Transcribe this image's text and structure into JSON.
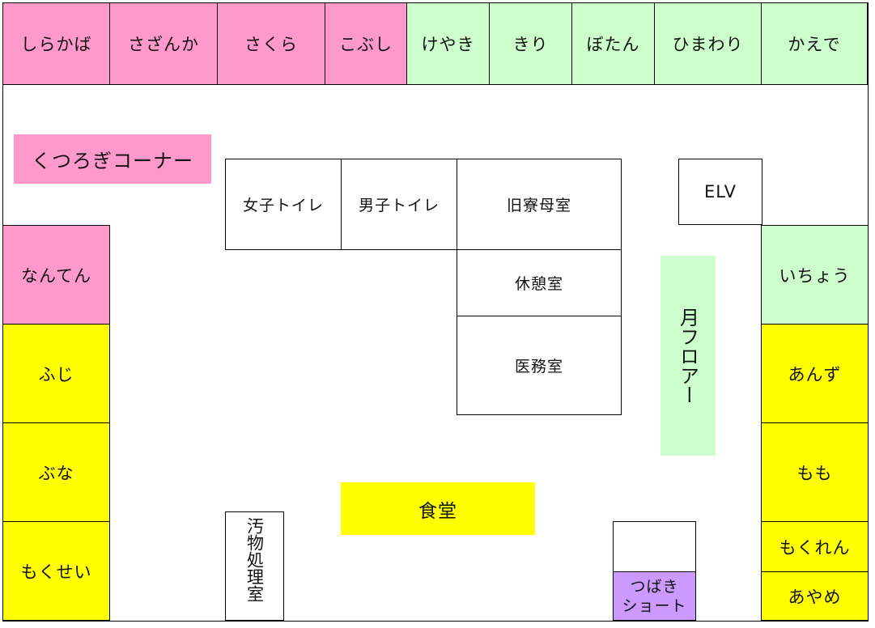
{
  "top_rooms": [
    "しらかば",
    "さざんか",
    "さくら",
    "こぶし",
    "けやき",
    "きり",
    "ぼたん",
    "ひまわり",
    "かえで"
  ],
  "left_rooms": {
    "lounge": "くつろぎコーナー",
    "nanten": "なんてん",
    "fuji": "ふじ",
    "buna": "ぶな",
    "mokusei": "もくせい"
  },
  "center_rooms": {
    "womens_toilet": "女子トイレ",
    "mens_toilet": "男子トイレ",
    "old_dorm_mother": "旧寮母室",
    "break_room": "休憩室",
    "medical_room": "医務室",
    "dining": "食堂",
    "waste_room": "汚物処理室"
  },
  "right_rooms": {
    "elv": "ELV",
    "floor_name": "月フロアー",
    "icho": "いちょう",
    "anzu": "あんず",
    "momo": "もも",
    "mokuren": "もくれん",
    "ayame": "あやめ"
  },
  "short_stay": {
    "line1": "つばき",
    "line2": "ショート"
  },
  "colors": {
    "pink": "#ff99cc",
    "green": "#ccffcc",
    "yellow": "#ffff00",
    "purple": "#cc99ff"
  }
}
